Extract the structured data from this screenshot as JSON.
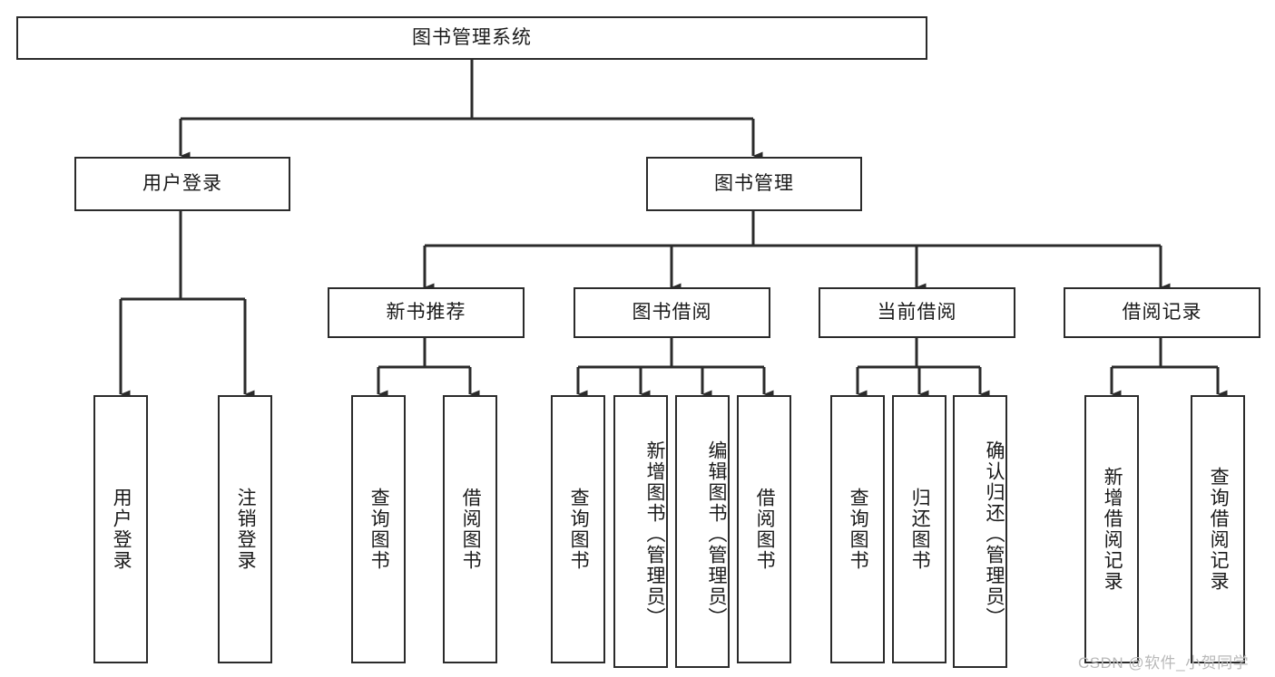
{
  "diagram": {
    "title": "图书管理系统",
    "type": "tree-hierarchy-chart",
    "colors": {
      "background": "#ffffff",
      "stroke": "#2b2b2b",
      "text": "#1a1a1a",
      "watermark": "#b9b9b9"
    },
    "root": {
      "label": "图书管理系统"
    },
    "level2": [
      {
        "label": "用户登录"
      },
      {
        "label": "图书管理"
      }
    ],
    "level3": [
      {
        "label": "新书推荐"
      },
      {
        "label": "图书借阅"
      },
      {
        "label": "当前借阅"
      },
      {
        "label": "借阅记录"
      }
    ],
    "leaves": {
      "user_login": [
        {
          "label": "用户登录"
        },
        {
          "label": "注销登录"
        }
      ],
      "new_book_recommend": [
        {
          "label": "查询图书"
        },
        {
          "label": "借阅图书"
        }
      ],
      "book_borrow": [
        {
          "label": "查询图书"
        },
        {
          "label": "新增图书（管理员）"
        },
        {
          "label": "编辑图书（管理员）"
        },
        {
          "label": "借阅图书"
        }
      ],
      "current_borrow": [
        {
          "label": "查询图书"
        },
        {
          "label": "归还图书"
        },
        {
          "label": "确认归还（管理员）"
        }
      ],
      "borrow_record": [
        {
          "label": "新增借阅记录"
        },
        {
          "label": "查询借阅记录"
        }
      ]
    },
    "watermark": "CSDN @软件_小贺同学"
  }
}
